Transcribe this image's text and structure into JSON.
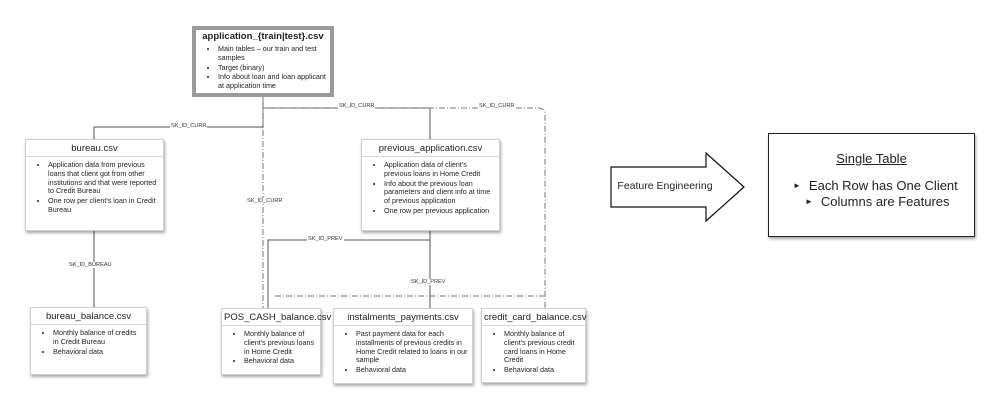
{
  "main": {
    "title": "application_{train|test}.csv",
    "bullets": [
      "Main tables – our train and test samples",
      "Target (binary)",
      "Info about loan and loan applicant at application time"
    ]
  },
  "bureau": {
    "title": "bureau.csv",
    "bullets": [
      "Application data from previous loans that client got from other institutions and that were reported to Credit Bureau",
      "One row per client's loan in Credit Bureau"
    ]
  },
  "previous": {
    "title": "previous_application.csv",
    "bullets": [
      "Application data of client's previous loans in Home Credit",
      "Info about the previous loan parameters and client info at time of previous application",
      "One row per previous application"
    ]
  },
  "bureau_balance": {
    "title": "bureau_balance.csv",
    "bullets": [
      "Monthly balance of credits in Credit Bureau",
      "Behavioral data"
    ]
  },
  "pos_cash": {
    "title": "POS_CASH_balance.csv",
    "bullets": [
      "Monthly balance of client's previous loans in Home Credit",
      "Behavioral data"
    ]
  },
  "installments": {
    "title": "instalments_payments.csv",
    "bullets": [
      "Past payment data for each installments of previous credits in Home Credit related to loans in our sample",
      "Behavioral data"
    ]
  },
  "credit_card": {
    "title": "credit_card_balance.csv",
    "bullets": [
      "Monthly balance of client's previous credit card loans in Home Credit",
      "Behavioral data"
    ]
  },
  "connectors": {
    "sk_id_curr_bureau": "SK_ID_CURR",
    "sk_id_curr_prev": "SK_ID_CURR",
    "sk_id_curr_cc": "SK_ID_CURR",
    "sk_id_curr_pos": "SK_ID_CURR",
    "sk_id_bureau": "SK_ID_BUREAU",
    "sk_id_prev_pos": "SK_ID_PREV",
    "sk_id_prev_inst": "SK_ID_PREV"
  },
  "arrow": {
    "label": "Feature Engineering"
  },
  "summary": {
    "title": "Single Table",
    "items": [
      "Each Row has One Client",
      "Columns are Features"
    ]
  }
}
